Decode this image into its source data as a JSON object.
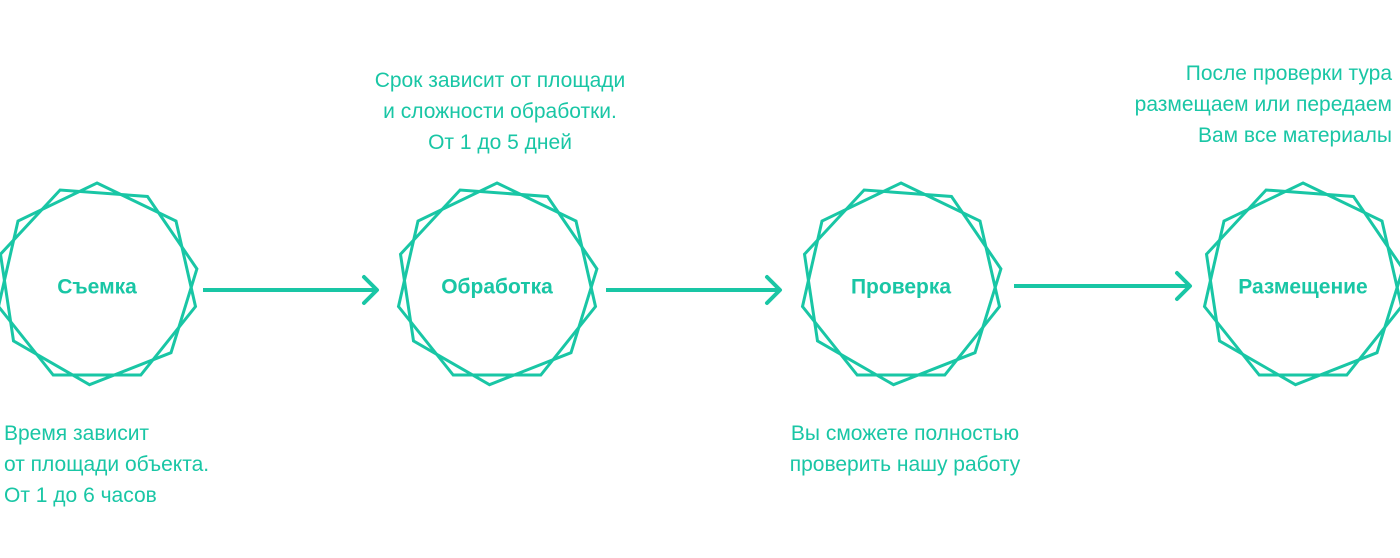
{
  "diagram": {
    "accent_color": "#19c6a5",
    "steps": [
      {
        "label": "Съемка"
      },
      {
        "label": "Обработка"
      },
      {
        "label": "Проверка"
      },
      {
        "label": "Размещение"
      }
    ],
    "notes": [
      {
        "text": "Время зависит\nот площади объекта.\nОт 1 до 6 часов"
      },
      {
        "text": "Срок зависит от площади\nи сложности обработки.\nОт 1 до 5 дней"
      },
      {
        "text": "Вы сможете полностью\nпроверить нашу работу"
      },
      {
        "text": "После проверки тура\nразмещаем или передаем\nВам все материалы"
      }
    ]
  }
}
